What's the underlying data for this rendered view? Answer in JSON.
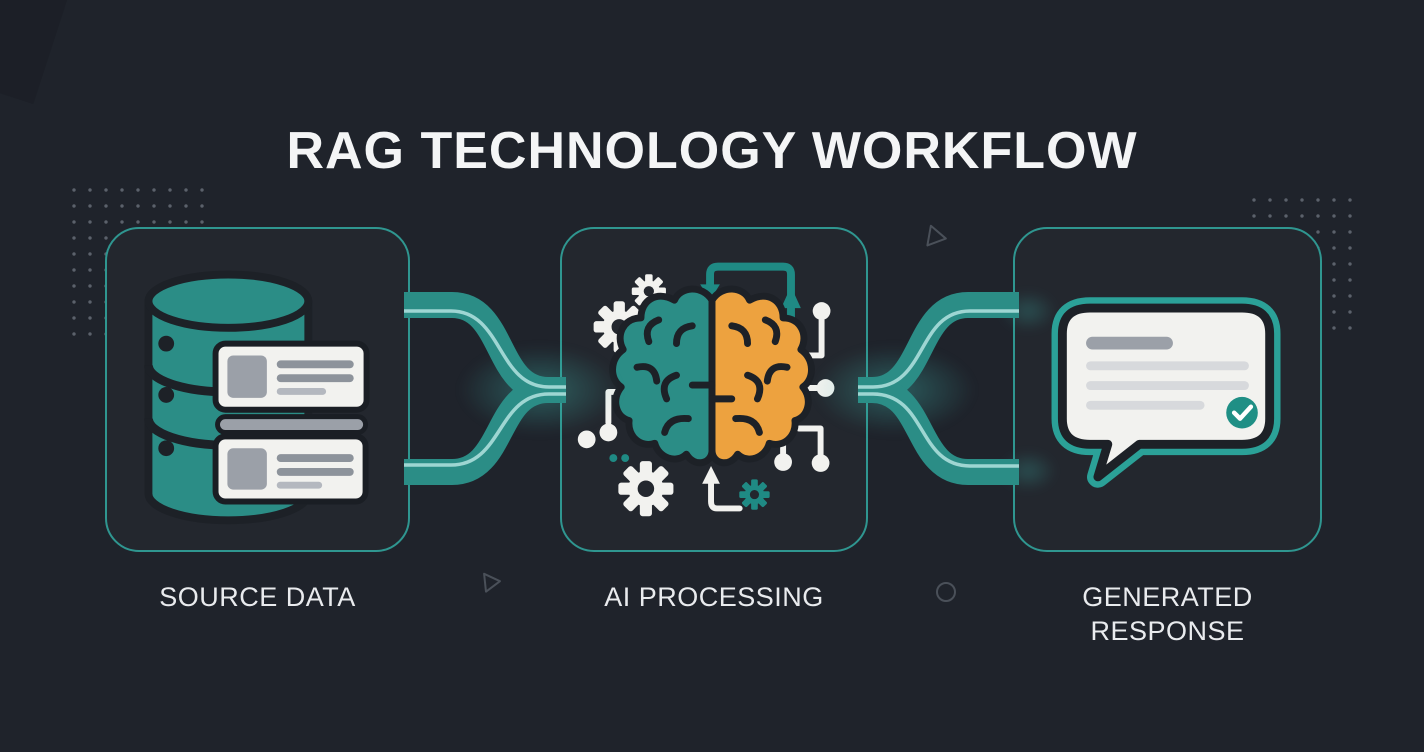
{
  "title": "RAG TECHNOLOGY WORKFLOW",
  "steps": [
    {
      "label": "SOURCE DATA",
      "icon": "database-documents-icon"
    },
    {
      "label": "AI PROCESSING",
      "icon": "brain-gears-icon"
    },
    {
      "label": "GENERATED RESPONSE",
      "icon": "chat-bubble-check-icon"
    }
  ],
  "colors": {
    "background": "#1f232b",
    "card_background": "#23272e",
    "card_border": "#2f9690",
    "accent_teal": "#2b8d86",
    "accent_teal_dark": "#1f8a84",
    "accent_orange": "#eda23f",
    "icon_white": "#f2f2ef",
    "neutral_gray": "#9ba0a8",
    "label_text": "#e9ebee",
    "title_text": "#f4f5f6",
    "outline_dark": "#1d2127",
    "decor_gray": "#5b616b"
  }
}
